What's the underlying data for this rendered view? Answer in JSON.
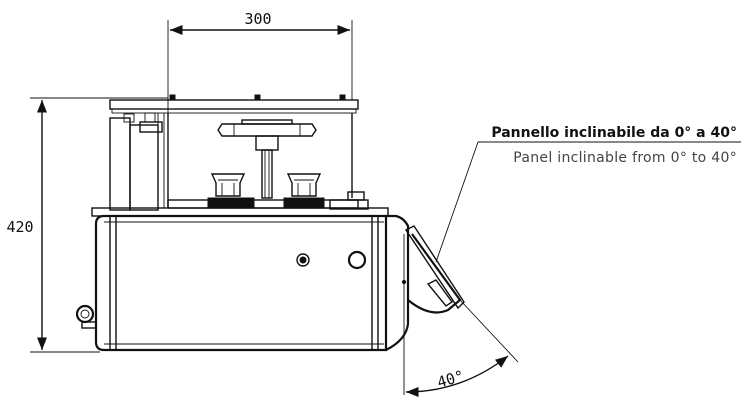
{
  "dimensions": {
    "width_label": "300",
    "height_label": "420",
    "angle_label": "40°"
  },
  "annotation": {
    "italian": "Pannello inclinabile da 0° a 40°",
    "english": "Panel inclinable from 0° to 40°"
  }
}
